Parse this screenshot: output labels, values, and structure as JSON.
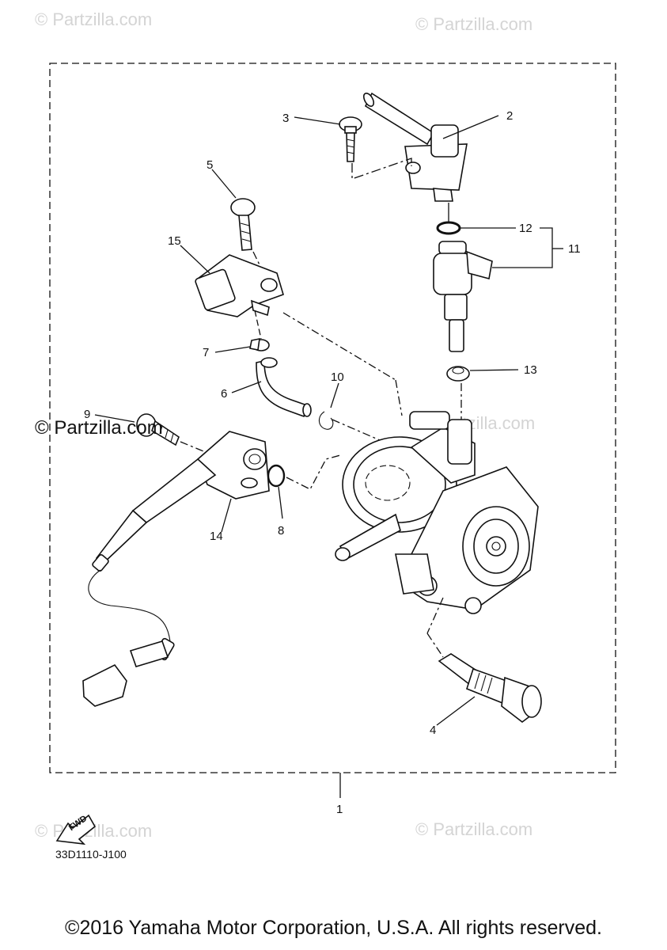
{
  "watermark": {
    "text": "© Partzilla.com"
  },
  "diagram_code": "33D1110-J100",
  "fwd_label": "FWD",
  "copyright": "©2016 Yamaha Motor Corporation, U.S.A. All rights reserved.",
  "callouts": [
    "1",
    "2",
    "3",
    "4",
    "5",
    "6",
    "7",
    "8",
    "9",
    "10",
    "11",
    "12",
    "13",
    "14",
    "15"
  ]
}
